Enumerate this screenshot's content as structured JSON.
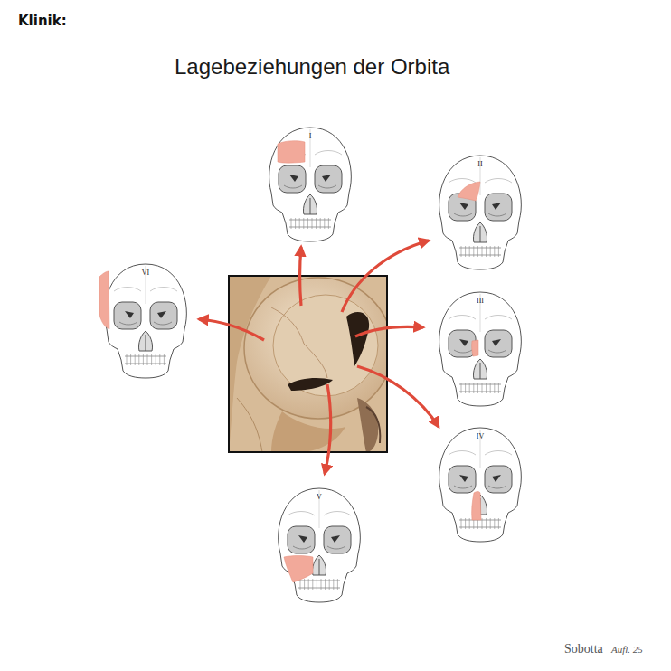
{
  "diagram": {
    "title": "Lagebeziehungen der Orbita",
    "nodes": [
      {
        "text": [
          "I"
        ]
      },
      {
        "text": [
          "II"
        ]
      },
      {
        "text": [
          "VI"
        ]
      },
      {
        "text": [
          "III"
        ]
      },
      {
        "text": [
          "IV"
        ]
      },
      {
        "text": [
          "V"
        ]
      }
    ],
    "labels": [
      "Klinik:",
      "Sobotta",
      "Aufl. 25"
    ]
  }
}
